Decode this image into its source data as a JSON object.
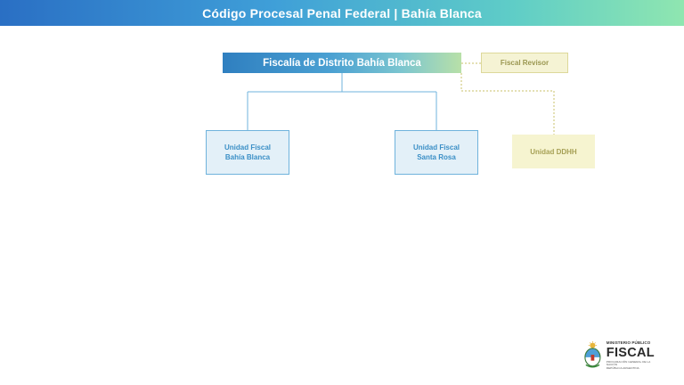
{
  "header": {
    "title": "Código Procesal Penal Federal | Bahía Blanca"
  },
  "org_chart": {
    "main": "Fiscalía de Distrito Bahía Blanca",
    "units": [
      {
        "line1": "Unidad Fiscal",
        "line2": "Bahía Blanca"
      },
      {
        "line1": "Unidad Fiscal",
        "line2": "Santa Rosa"
      }
    ],
    "side": {
      "revisor": "Fiscal Revisor",
      "ddhh": "Unidad DDHH"
    }
  },
  "logo": {
    "line1": "MINISTERIO PÚBLICO",
    "line2": "FISCAL",
    "line3": "PROCURACIÓN GENERAL DE LA NACIÓN",
    "line4": "REPÚBLICA ARGENTINA"
  },
  "colors": {
    "header_start": "#2a6fc4",
    "header_end": "#8fe6b0",
    "unit_border": "#6fb3dc",
    "unit_fill": "#e3f0f8",
    "side_fill": "#f5f3d4",
    "dotted_line": "#c9c06a"
  }
}
